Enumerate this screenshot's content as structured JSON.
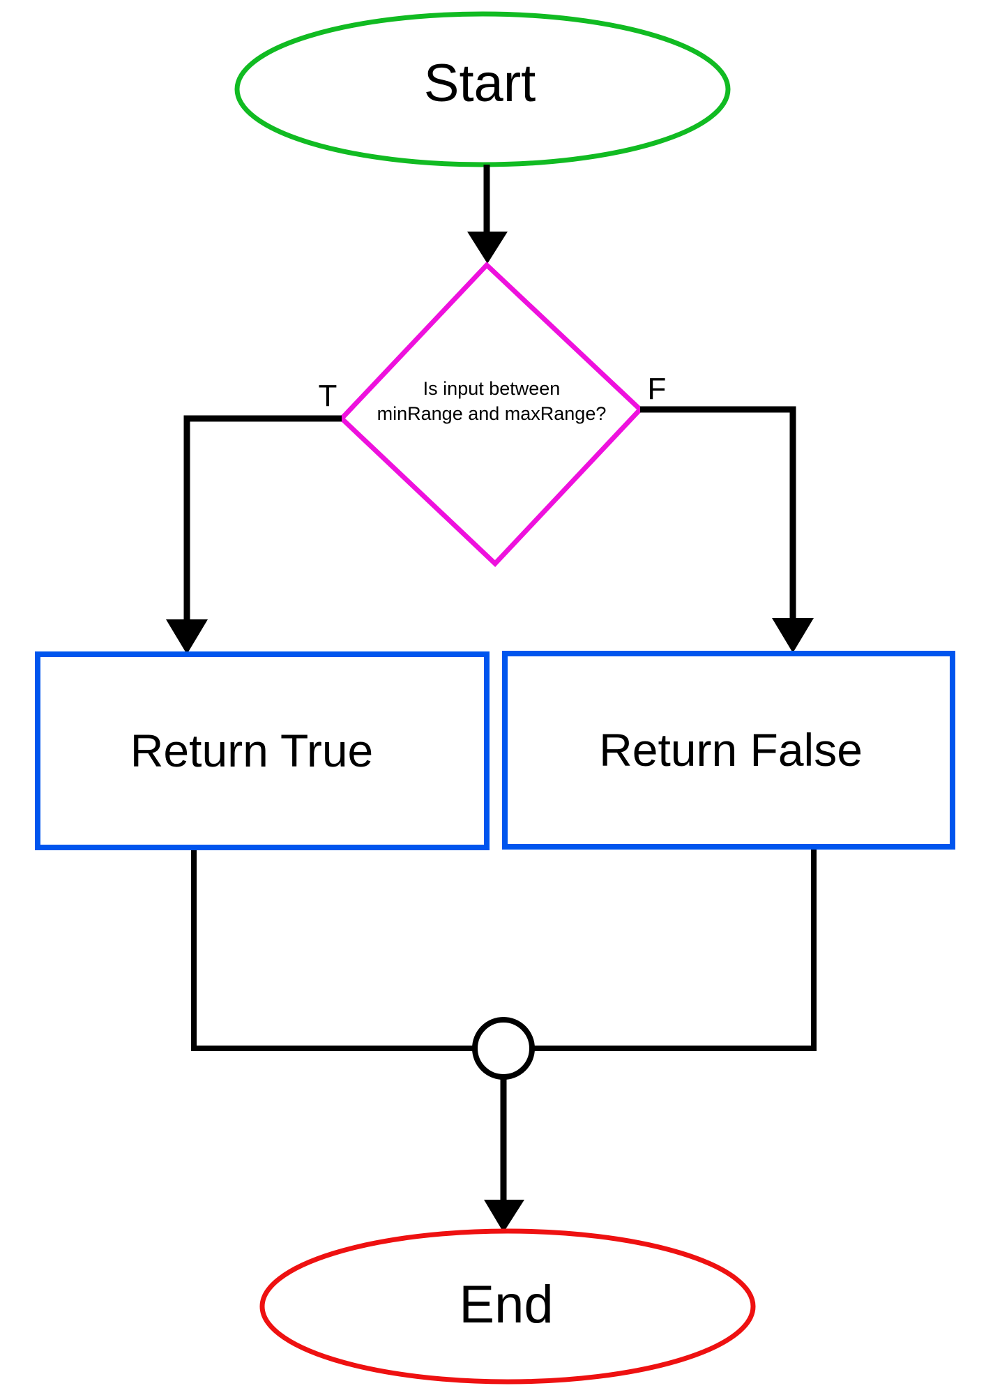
{
  "nodes": {
    "start": {
      "label": "Start",
      "shape": "ellipse",
      "border_color": "#11bb22"
    },
    "decision": {
      "label_line1": "Is input between",
      "label_line2": "minRange and maxRange?",
      "shape": "diamond",
      "border_color": "#ee11dd"
    },
    "return_true": {
      "label": "Return True",
      "shape": "rectangle",
      "border_color": "#0055ee"
    },
    "return_false": {
      "label": "Return False",
      "shape": "rectangle",
      "border_color": "#0055ee"
    },
    "merge": {
      "shape": "circle",
      "border_color": "#000000"
    },
    "end": {
      "label": "End",
      "shape": "ellipse",
      "border_color": "#ee1111"
    }
  },
  "edges": {
    "true_label": "T",
    "false_label": "F",
    "line_color": "#000000"
  }
}
